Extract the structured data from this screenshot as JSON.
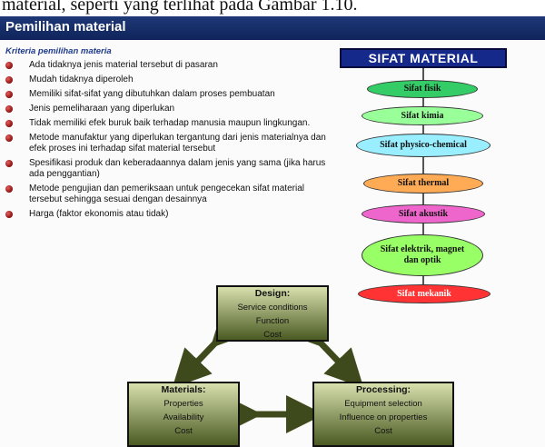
{
  "caption": "material, seperti yang terlihat pada Gambar 1.10.",
  "banner_title": "Pemilihan material",
  "criteria": {
    "heading": "Kriteria pemilihan materia",
    "items": [
      "Ada tidaknya jenis material tersebut di pasaran",
      "Mudah tidaknya diperoleh",
      "Memiliki sifat-sifat yang dibutuhkan dalam proses pembuatan",
      "Jenis pemeliharaan yang diperlukan",
      "Tidak memiliki efek buruk baik terhadap manusia maupun lingkungan.",
      "Metode manufaktur yang diperlukan tergantung dari jenis materialnya dan efek proses ini terhadap sifat material tersebut",
      "Spesifikasi produk dan keberadaannya dalam jenis yang sama (jika harus ada penggantian)",
      "Metode pengujian dan pemeriksaan untuk pengecekan sifat material tersebut sehingga sesuai dengan desainnya",
      "Harga (faktor ekonomis atau tidak)"
    ]
  },
  "sifat": {
    "title": "SIFAT MATERIAL",
    "items": [
      {
        "label": "Sifat fisik",
        "color": "#33cc66"
      },
      {
        "label": "Sifat kimia",
        "color": "#99ff99"
      },
      {
        "label": "Sifat physico-chemical",
        "color": "#99eeff"
      },
      {
        "label": "Sifat thermal",
        "color": "#ffaa55"
      },
      {
        "label": "Sifat akustik",
        "color": "#ee66cc"
      },
      {
        "label": "Sifat elektrik, magnet dan optik",
        "color": "#99ff66"
      },
      {
        "label": "Sifat mekanik",
        "color": "#ff3333"
      }
    ]
  },
  "design": {
    "title": "Design:",
    "lines": [
      "Service conditions",
      "Function",
      "Cost"
    ]
  },
  "materials": {
    "title": "Materials:",
    "lines": [
      "Properties",
      "Availability",
      "Cost"
    ]
  },
  "processing": {
    "title": "Processing:",
    "lines": [
      "Equipment selection",
      "Influence on properties",
      "Cost"
    ]
  }
}
